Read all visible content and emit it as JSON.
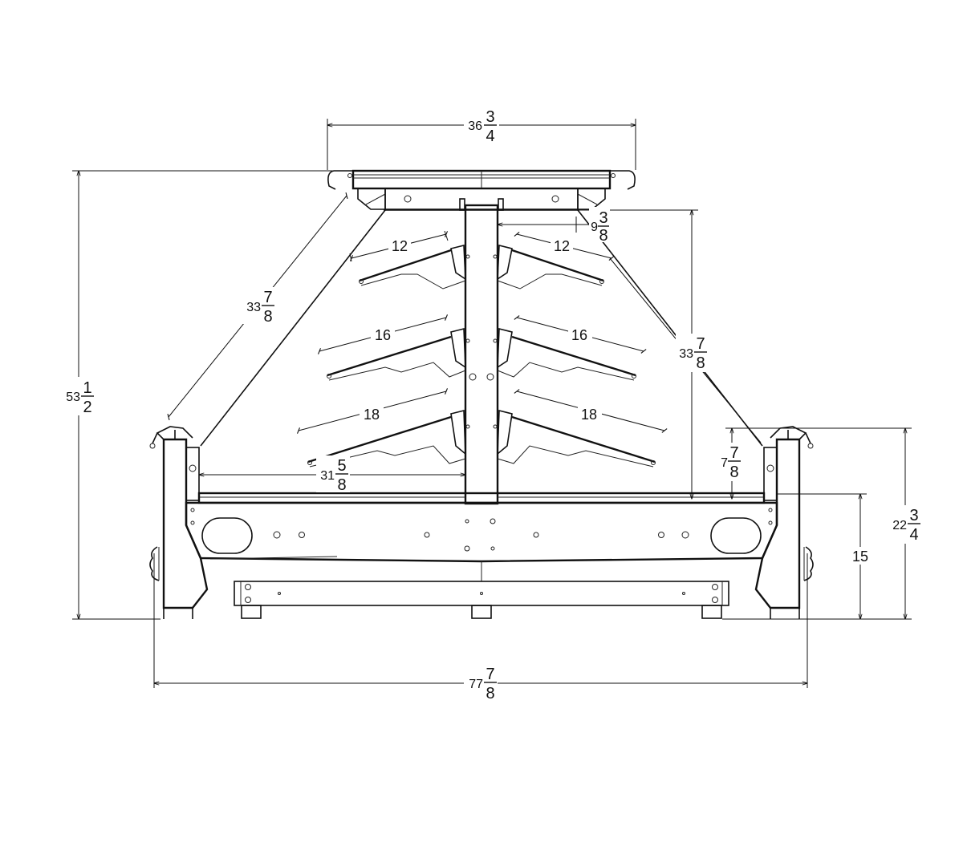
{
  "dimensions": {
    "top_width": {
      "whole": "36",
      "num": "3",
      "den": "4"
    },
    "overall_height": {
      "whole": "53",
      "num": "1",
      "den": "2"
    },
    "left_slant": {
      "whole": "33",
      "num": "7",
      "den": "8"
    },
    "canopy_offset": {
      "whole": "9",
      "num": "3",
      "den": "8"
    },
    "right_height": {
      "whole": "33",
      "num": "7",
      "den": "8"
    },
    "base_depth": {
      "whole": "31",
      "num": "5",
      "den": "8"
    },
    "front_height": {
      "whole": "7",
      "num": "7",
      "den": "8"
    },
    "rail_height": {
      "whole": "22",
      "num": "3",
      "den": "4"
    },
    "deck_height": "15",
    "overall_width": {
      "whole": "77",
      "num": "7",
      "den": "8"
    },
    "shelf_top": "12",
    "shelf_middle": "16",
    "shelf_bottom": "18"
  }
}
